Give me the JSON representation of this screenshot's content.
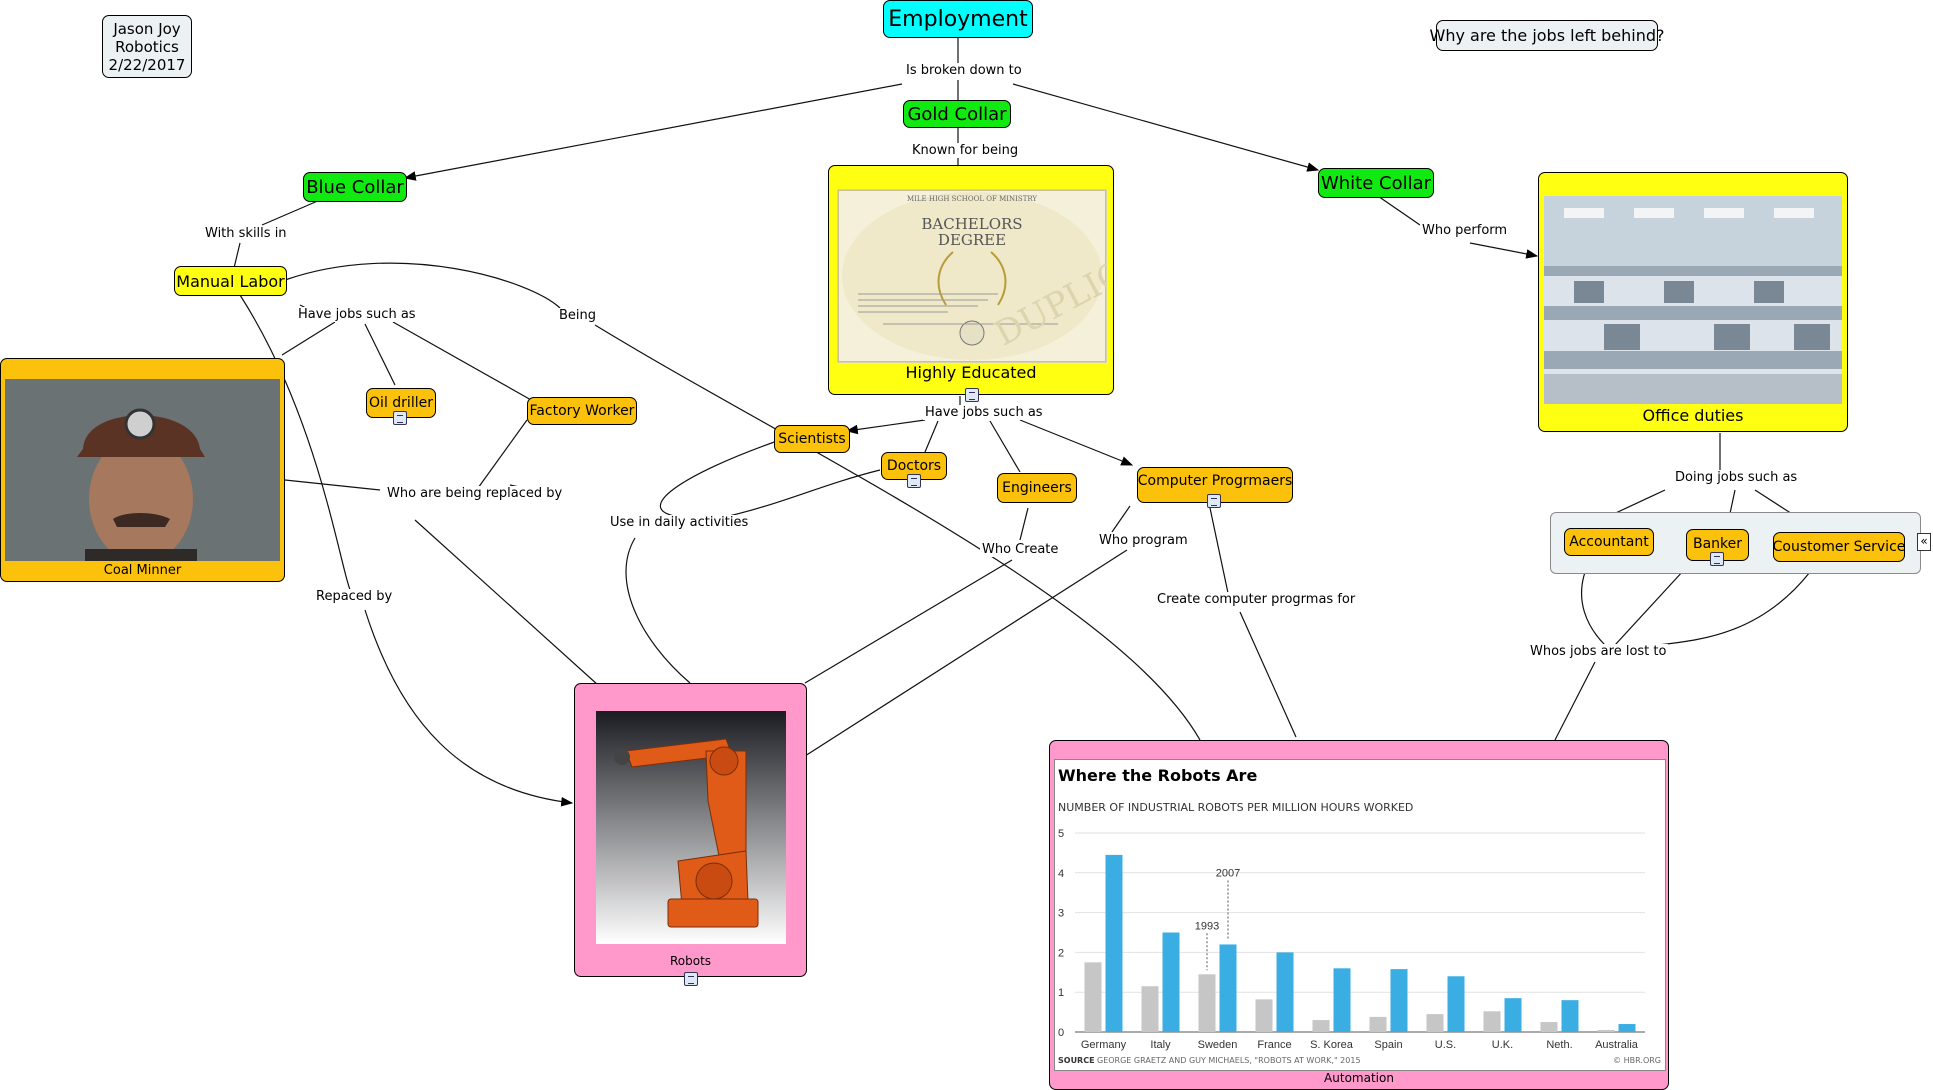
{
  "concepts": {
    "author_note": [
      "Jason Joy",
      "Robotics",
      "2/22/2017"
    ],
    "question": "Why are the jobs left behind?",
    "employment": "Employment",
    "gold_collar": "Gold Collar",
    "blue_collar": "Blue Collar",
    "white_collar": "White Collar",
    "manual_labor": "Manual Labor",
    "highly_educated": "Highly Educated",
    "office_duties": "Office duties",
    "coal_minner": "Coal Minner",
    "oil_driller": "Oil driller",
    "factory_worker": "Factory Worker",
    "scientists": "Scientists",
    "doctors": "Doctors",
    "engineers": "Engineers",
    "computer_programmers": "Computer Progrmaers",
    "accountant": "Accountant",
    "banker": "Banker",
    "customer_service": "Coustomer Service",
    "robots": "Robots",
    "automation": "Automation"
  },
  "links": {
    "is_broken_down_to": "Is broken down to",
    "known_for_being": "Known for being",
    "with_skills_in": "With skills in",
    "who_perform": "Who perform",
    "have_jobs_such_as_1": "Have jobs such as",
    "being": "Being",
    "have_jobs_such_as_2": "Have jobs such as",
    "doing_jobs_such_as": "Doing jobs such as",
    "who_are_being_replaced_by": "Who are being replaced by",
    "use_in_daily_activities": "Use in daily activities",
    "who_create": "Who Create",
    "who_program": "Who program",
    "create_computer_programs_for": "Create computer progrmas for",
    "repaced_by": "Repaced by",
    "whos_jobs_are_lost_to": "Whos jobs are lost to"
  },
  "diploma": {
    "school": "MILE HIGH SCHOOL OF MINISTRY",
    "title": "BACHELORS DEGREE",
    "watermark": "DUPLICA"
  },
  "collapse_glyph": "«",
  "colors": {
    "employment": "#00ffff",
    "collar": "#10ea10",
    "gold_node": "#fcc10b",
    "yellow_frame": "#ffff11",
    "pink_frame": "#ff99cc",
    "group_bg": "#ecf1f4"
  },
  "chart_data": {
    "type": "bar",
    "title": "Where the Robots Are",
    "subtitle": "NUMBER OF INDUSTRIAL ROBOTS PER MILLION HOURS WORKED",
    "categories": [
      "Germany",
      "Italy",
      "Sweden",
      "France",
      "S. Korea",
      "Spain",
      "U.S.",
      "U.K.",
      "Neth.",
      "Australia"
    ],
    "series": [
      {
        "name": "1993",
        "color": "#c6c6c6",
        "values": [
          1.75,
          1.15,
          1.45,
          0.82,
          0.3,
          0.38,
          0.45,
          0.52,
          0.25,
          0.05
        ]
      },
      {
        "name": "2007",
        "color": "#3aaee2",
        "values": [
          4.45,
          2.5,
          2.2,
          2.0,
          1.6,
          1.58,
          1.4,
          0.85,
          0.8,
          0.2
        ]
      }
    ],
    "yticks": [
      "0",
      "1",
      "2",
      "3",
      "4",
      "5"
    ],
    "ylim": [
      0,
      5
    ],
    "annotations": [
      "1993",
      "2007"
    ],
    "source_label": "SOURCE",
    "source": "GEORGE GRAETZ AND GUY MICHAELS, \"ROBOTS AT WORK,\" 2015",
    "credit": "© HBR.ORG"
  }
}
